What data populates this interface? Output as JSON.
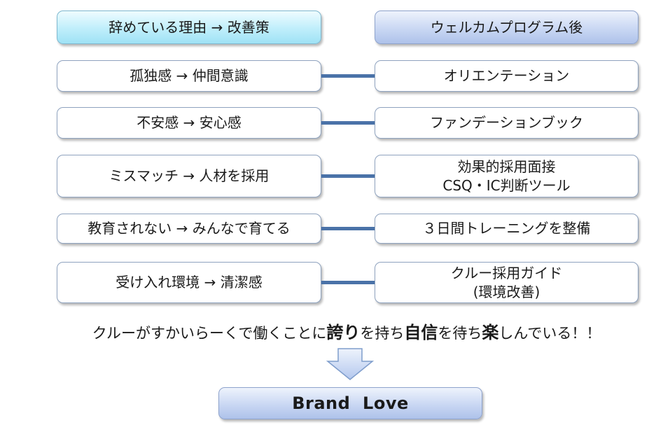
{
  "headers": {
    "left": "辞めている理由 → 改善策",
    "right": "ウェルカムプログラム後"
  },
  "rows": [
    {
      "left": "孤独感 → 仲間意識",
      "right": [
        "オリエンテーション"
      ]
    },
    {
      "left": "不安感 → 安心感",
      "right": [
        "ファンデーションブック"
      ]
    },
    {
      "left": "ミスマッチ → 人材を採用",
      "right": [
        "効果的採用面接",
        "CSQ・IC判断ツール"
      ]
    },
    {
      "left": "教育されない → みんなで育てる",
      "right": [
        "３日間トレーニングを整備"
      ]
    },
    {
      "left": "受け入れ環境 → 清潔感",
      "right": [
        "クルー採用ガイド",
        "(環境改善)"
      ]
    }
  ],
  "statement": {
    "p1": "クルーがすかいらーくで働くことに",
    "b1": "誇り",
    "p2": "を持ち",
    "b2": "自信",
    "p3": "を待ち",
    "b3": "楽",
    "p4": "しんでいる！！"
  },
  "result": {
    "label": "Brand  Love"
  },
  "colors": {
    "connector": "#4a72a8",
    "header_left": "#bfeefb",
    "header_right": "#c9d7f3",
    "arrow_fill": "#c9d9f4",
    "arrow_stroke": "#7f9dcc"
  }
}
